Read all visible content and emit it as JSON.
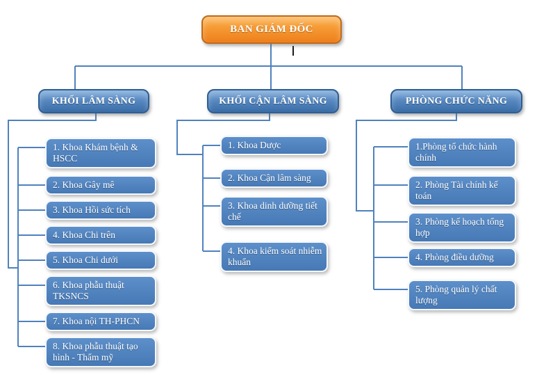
{
  "title": "Hospital organization chart",
  "root": {
    "label": "BAN GIÁM ĐỐC"
  },
  "branches": [
    {
      "label": "KHỐI LÂM SÀNG",
      "items": [
        "1. Khoa Khám bệnh & HSCC",
        "2. Khoa Gây mê",
        "3. Khoa Hồi sức tích",
        "4. Khoa Chi trên",
        "5. Khoa Chi dưới",
        "6. Khoa phẫu thuật TKSNCS",
        "7. Khoa nội TH-PHCN",
        "8. Khoa phẫu thuật tạo hình - Thẩm mỹ"
      ]
    },
    {
      "label": "KHỐI CẬN LÂM SÀNG",
      "items": [
        "1. Khoa Dược",
        "2. Khoa Cận lâm sàng",
        "3. Khoa dinh dưỡng tiết chế",
        "4. Khoa kiểm soát nhiễm khuẩn"
      ]
    },
    {
      "label": "PHÒNG CHỨC NĂNG",
      "items": [
        "1.Phòng tổ chức hành chính",
        "2. Phòng Tài chính kế toán",
        "3. Phòng kế hoạch tổng hợp",
        "4. Phòng điều dưỡng",
        "5. Phòng quản lý chất lượng"
      ]
    }
  ],
  "colors": {
    "root_top": "#FBAE47",
    "root_bottom": "#EE7F1B",
    "root_border": "#BE6B1D",
    "branch_top": "#6FA0D6",
    "branch_bottom": "#3A6CA6",
    "branch_border": "#2E5E94",
    "item_top": "#5D8FCA",
    "item_bottom": "#4679B5",
    "connector": "#4F81BD",
    "stray_mark": "#1A1A1A"
  }
}
